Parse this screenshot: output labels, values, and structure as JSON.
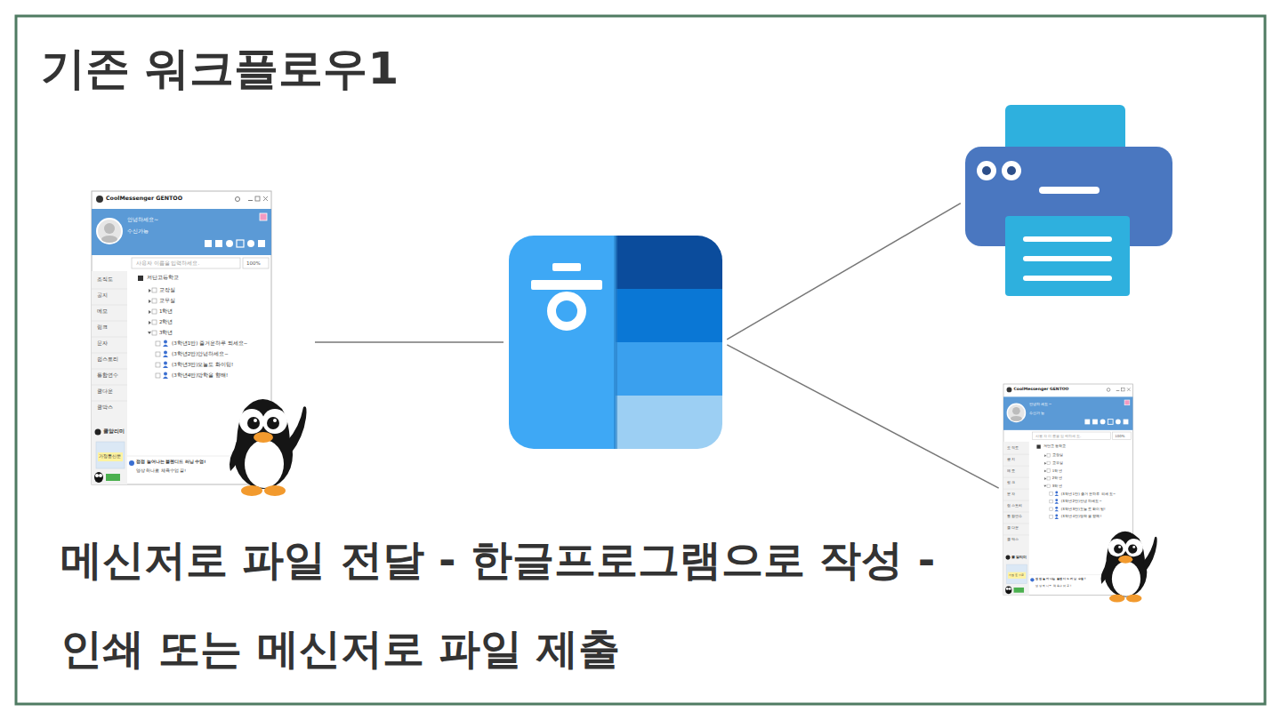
{
  "diagram": {
    "title": "기존 워크플로우1",
    "caption": "메신저로 파일 전달 - 한글프로그램으로 작성 - 인쇄 또는 메신저로 파일 제출",
    "nodes": [
      {
        "text": [
          "CoolMessenger GENTOO",
          "안녕하세요~",
          "수신가능",
          "사용자 이름을 입력하세요.",
          "100%",
          "조직도",
          "공지",
          "메모",
          "링크",
          "문자",
          "쉽스토리",
          "통합연수",
          "쿨다운",
          "쿨박스",
          "저단고등학교",
          "교장실",
          "교무실",
          "1학년",
          "2학년",
          "3학년",
          "(3학년1반) 즐거운하루 되세요~",
          "(3학년2반)안녕하세요~",
          "(3학년3반)오늘도 화이팅!",
          "(3학년4반)방학을 향해!",
          "쿨알리미",
          "가정통신문",
          "점점 늘어나는 블렌디드 러닝 수업!",
          "영상 하나로 체육수업 끝!"
        ]
      },
      {
        "text": []
      },
      {
        "text": []
      },
      {
        "text": [
          "CoolMessenger GENTOO",
          "안녕하세요~",
          "수신가능",
          "사용자 이름을 입력하세요.",
          "100%",
          "조직도",
          "공지",
          "메모",
          "링크",
          "문자",
          "쉽스토리",
          "통합연수",
          "쿨다운",
          "쿨박스",
          "저단고등학교",
          "교장실",
          "교무실",
          "1학년",
          "2학년",
          "3학년",
          "(3학년1반) 즐거운하루 되세요~",
          "(3학년2반)안녕하세요~",
          "(3학년3반)오늘도 화이팅!",
          "(3학년4반)방학을 향해!",
          "쿨알리미",
          "가정통신문",
          "점점 늘어나는 블렌디드 러닝 수업!",
          "영상 하나로 체육수업 끝!"
        ]
      }
    ],
    "edges": [
      {
        "from": 0,
        "to": 1,
        "arrow": "none"
      },
      {
        "from": 1,
        "to": 2,
        "arrow": "none"
      },
      {
        "from": 1,
        "to": 3,
        "arrow": "none"
      }
    ]
  }
}
